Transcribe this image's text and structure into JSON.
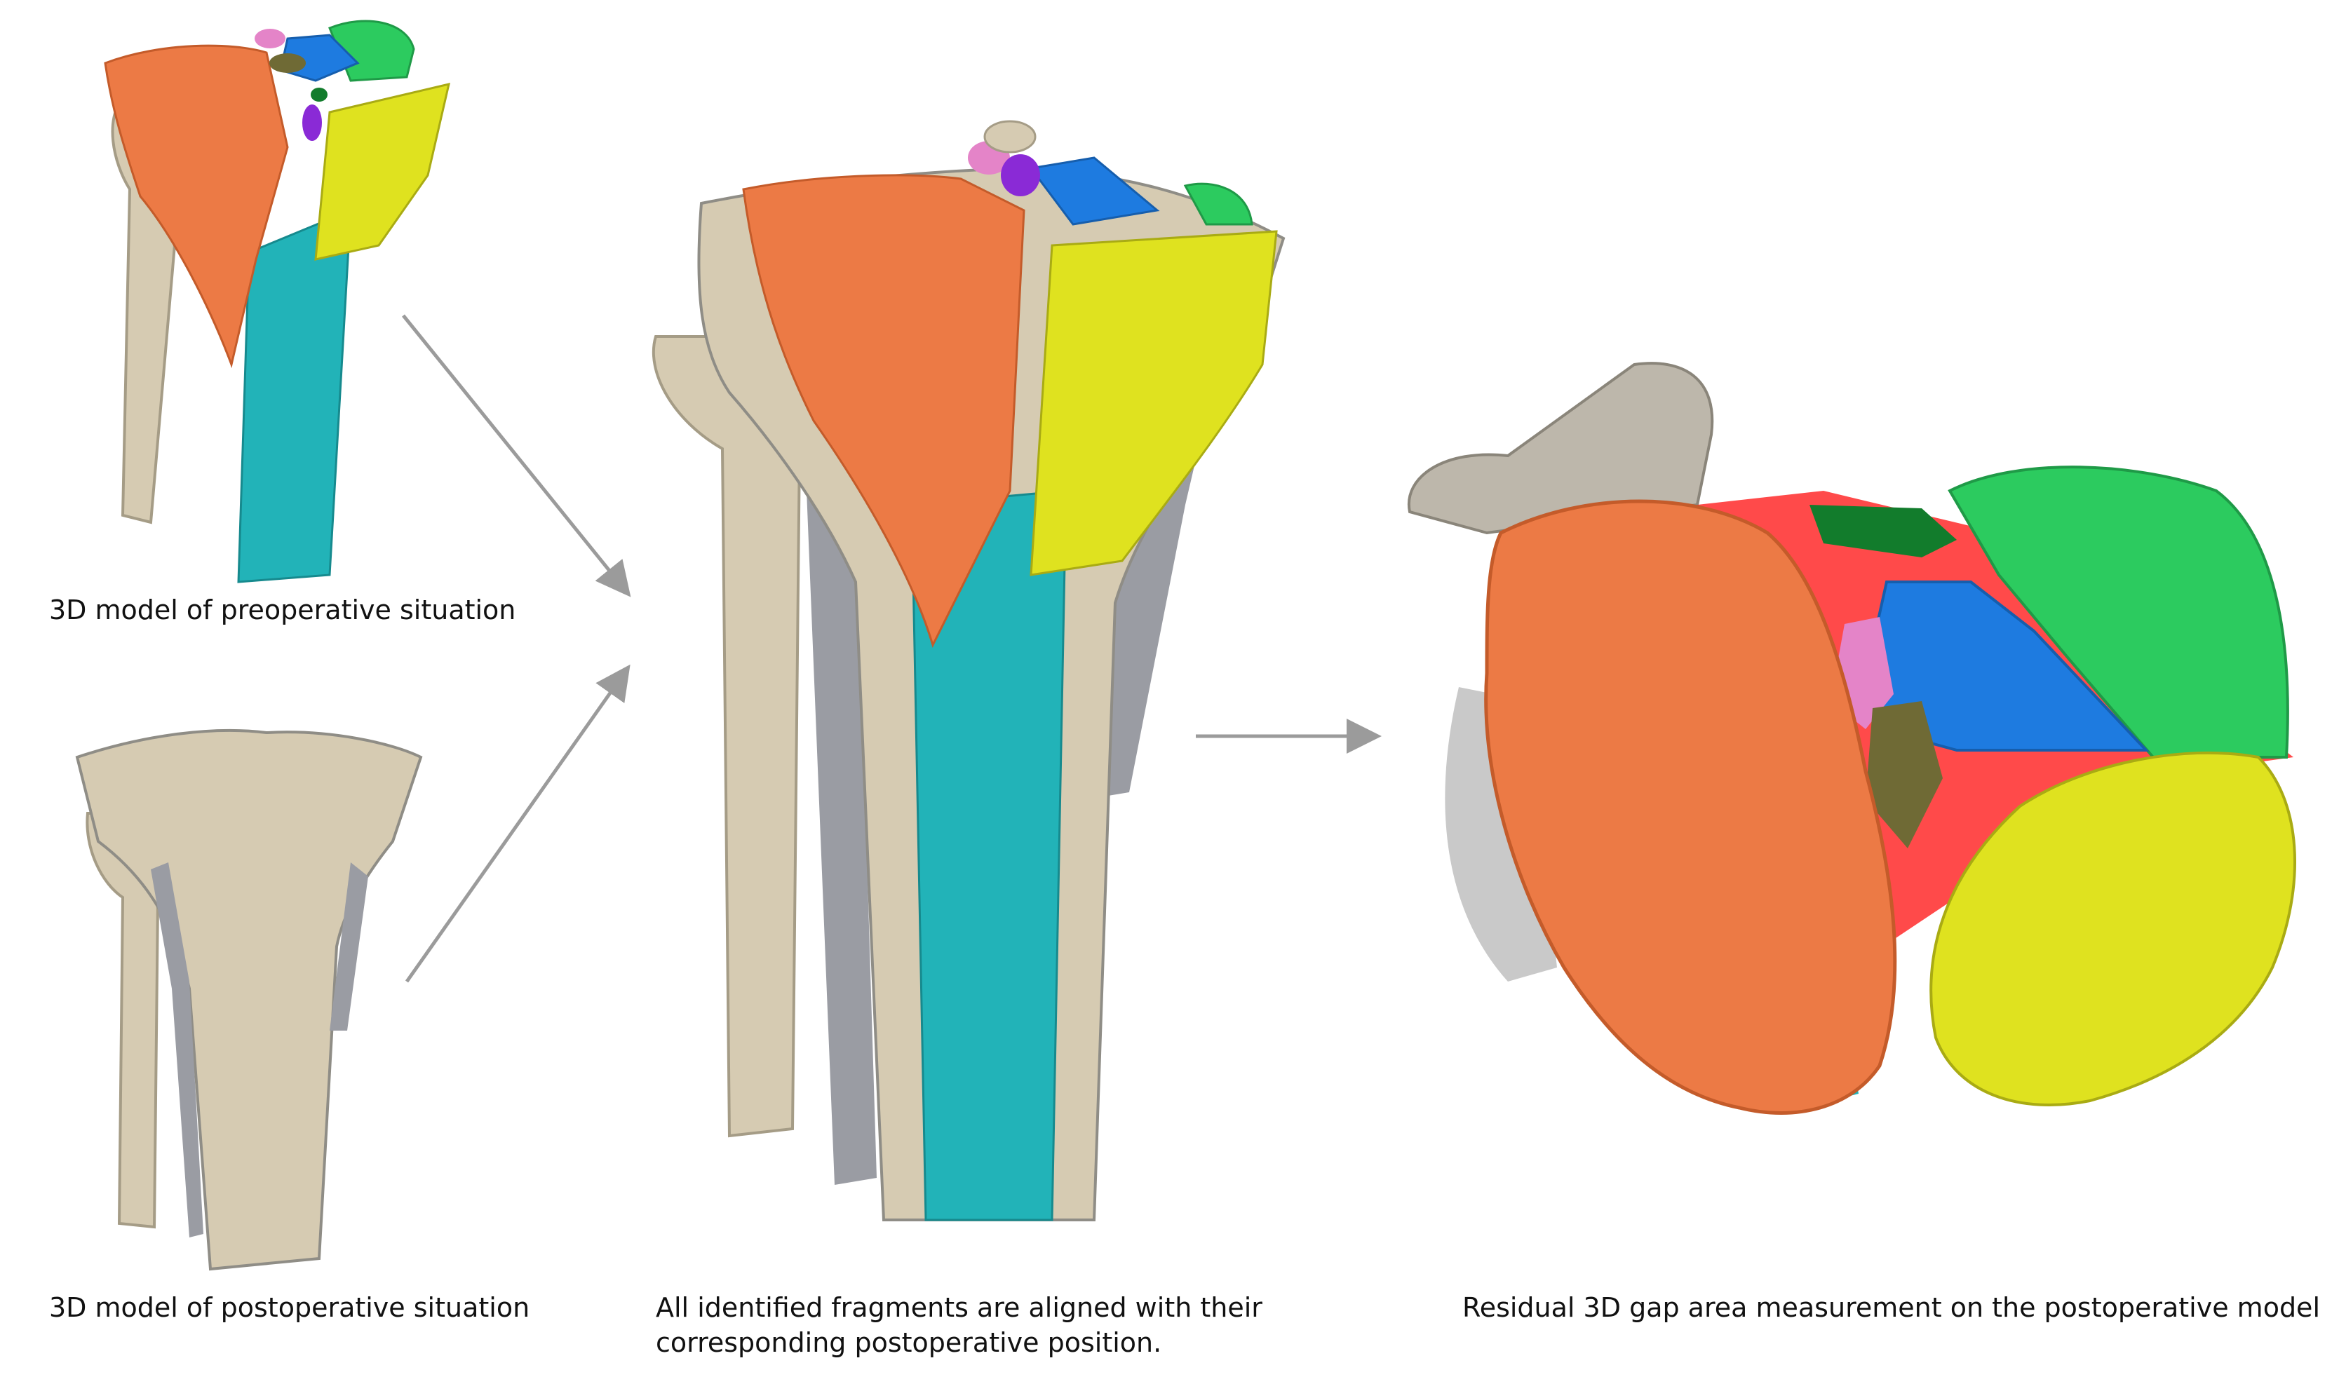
{
  "captions": {
    "preoperative": "3D model of preoperative situation",
    "postoperative": "3D model of postoperative situation",
    "aligned_line1": "All identified fragments are aligned with their",
    "aligned_line2": "corresponding postoperative position.",
    "gap_measurement": "Residual 3D gap area measurement on the postoperative model"
  },
  "colors": {
    "bone": "#d6cbb2",
    "bone_shadow": "#a59c86",
    "gray_scaffold": "#9a9ca3",
    "orange": "#ec7a45",
    "cyan": "#22b3b8",
    "yellow": "#dfe21f",
    "green": "#2ccb5f",
    "dark_green": "#127c2c",
    "blue": "#1e7be0",
    "pink": "#e484c8",
    "purple": "#8a2ad6",
    "olive": "#6f6a35",
    "red": "#ff2a2a",
    "arrow": "#9b9b9b"
  },
  "icons": [
    "arrow-icon"
  ]
}
